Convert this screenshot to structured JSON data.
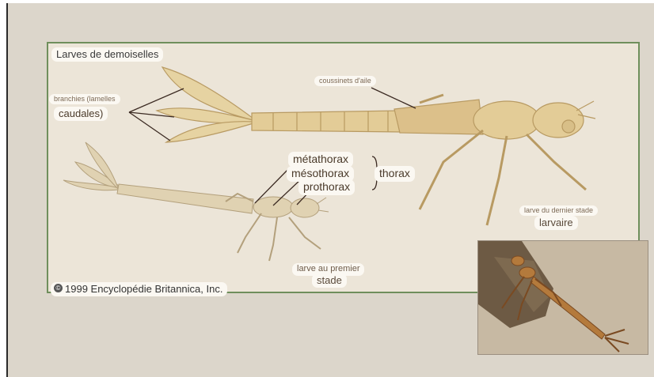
{
  "plate": {
    "title": "Larves de demoiselles",
    "labels": {
      "gills_line1": "branchies (lamelles",
      "gills_line2": "caudales)",
      "wing_pads": "coussinets d'aile",
      "metathorax": "métathorax",
      "mesothorax": "mésothorax",
      "prothorax": "prothorax",
      "thorax": "thorax",
      "last_stage_line1": "larve du dernier stade",
      "last_stage_line2": "larvaire",
      "first_stage_line1": "larve au premier",
      "first_stage_line2": "stade"
    },
    "copyright_symbol": "©",
    "copyright": "1999 Encyclopédie Britannica, Inc."
  },
  "colors": {
    "background": "#dcd6cb",
    "plate": "#ece5d8",
    "plate_border": "#6f8f5c",
    "larva_body": "#e3cc97",
    "larva_outline": "#b89a62",
    "leader_line": "#3b2a22"
  },
  "inset": {
    "description_icon": "damselfly-larva-photo-icon"
  }
}
